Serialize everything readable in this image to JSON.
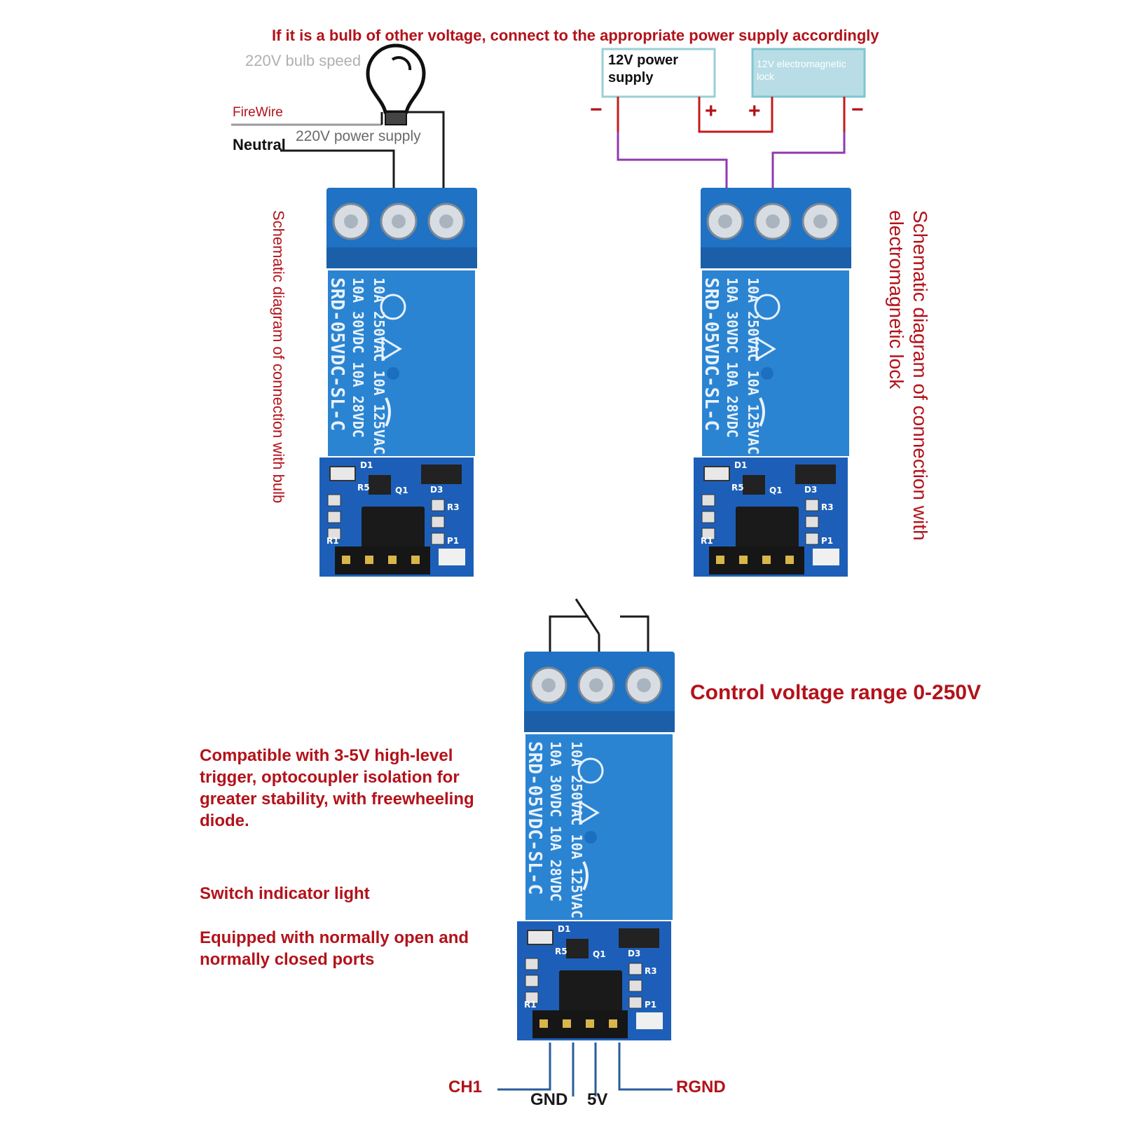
{
  "bulb_section": {
    "top_note": "If it is a bulb of other voltage, connect to the appropriate power supply accordingly",
    "bulb_label": "220V bulb speed",
    "firewire_label": "FireWire",
    "neutral_label": "Neutral",
    "power_supply_label": "220V power supply",
    "caption": "Schematic diagram of connection with bulb"
  },
  "lock_section": {
    "supply_label": "12V power supply",
    "lock_label": "12V electromagnetic lock",
    "minus_symbol": "−",
    "plus_symbol": "+",
    "caption": "Schematic diagram of connection with electromagnetic lock"
  },
  "relay": {
    "rating_line1": "10A 250VAC  10A 125VAC",
    "rating_line2": "10A 30VDC  10A 28VDC",
    "model": "SRD-05VDC-SL-C",
    "pcb_d1": "D1",
    "pcb_r5": "R5",
    "pcb_q1": "Q1",
    "pcb_d3": "D3",
    "pcb_r3": "R3",
    "pcb_r1": "R1",
    "pcb_p1": "P1"
  },
  "module_section": {
    "control_range": "Control voltage range 0-250V",
    "feature_trigger": "Compatible with 3-5V high-level trigger, optocoupler isolation for greater stability, with freewheeling diode.",
    "feature_indicator": "Switch indicator light",
    "feature_ports": "Equipped with normally open and normally closed ports",
    "pins": [
      "CH1",
      "GND",
      "5V",
      "RGND"
    ]
  },
  "colors": {
    "relay_blue": "#2b84d2",
    "terminal_blue": "#1f72c4",
    "pcb_blue": "#1d5fb8",
    "caption_red": "#b3121a",
    "wire_purple": "#8e3ab0",
    "wire_red": "#c61a1a",
    "wire_black": "#1a1a1a"
  }
}
